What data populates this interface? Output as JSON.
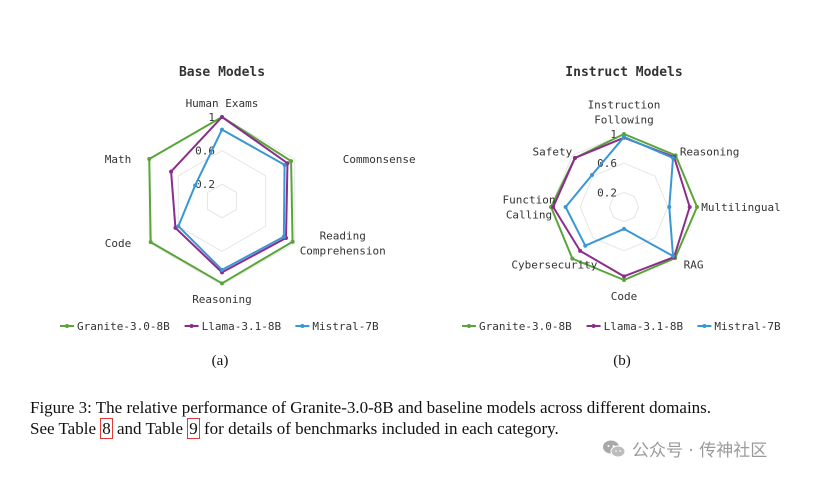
{
  "chart_data": [
    {
      "type": "radar",
      "title": "Base Models",
      "axes": [
        "Human Exams",
        "Commonsense",
        "Reading\nComprehension",
        "Reasoning",
        "Code",
        "Math"
      ],
      "ticks": [
        "0.2",
        "0.6",
        "1"
      ],
      "rlim": [
        0,
        1
      ],
      "grid": true,
      "legend_position": "bottom",
      "sub_label": "(a)",
      "series": [
        {
          "name": "Granite-3.0-8B",
          "values": [
            1.0,
            0.95,
            0.97,
            0.98,
            0.98,
            1.0
          ],
          "color": "#5aa43a"
        },
        {
          "name": "Llama-3.1-8B",
          "values": [
            1.0,
            0.9,
            0.88,
            0.85,
            0.64,
            0.7
          ],
          "color": "#8b2d8c"
        },
        {
          "name": "Mistral-7B",
          "values": [
            0.85,
            0.86,
            0.85,
            0.82,
            0.6,
            0.37
          ],
          "color": "#3a97d4"
        }
      ]
    },
    {
      "type": "radar",
      "title": "Instruct Models",
      "axes": [
        "Instruction\nFollowing",
        "Reasoning",
        "Multilingual",
        "RAG",
        "Code",
        "Cybersecurity",
        "Function\nCalling",
        "Safety"
      ],
      "ticks": [
        "0.2",
        "0.6",
        "1"
      ],
      "rlim": [
        0,
        1
      ],
      "grid": true,
      "legend_position": "bottom",
      "sub_label": "(b)",
      "series": [
        {
          "name": "Granite-3.0-8B",
          "values": [
            1.0,
            1.0,
            1.0,
            0.99,
            1.0,
            1.0,
            1.0,
            0.95
          ],
          "color": "#5aa43a"
        },
        {
          "name": "Llama-3.1-8B",
          "values": [
            0.95,
            0.97,
            0.9,
            0.97,
            0.95,
            0.85,
            0.97,
            0.95
          ],
          "color": "#8b2d8c"
        },
        {
          "name": "Mistral-7B",
          "values": [
            0.96,
            0.95,
            0.62,
            0.95,
            0.3,
            0.75,
            0.8,
            0.62
          ],
          "color": "#3a97d4"
        }
      ]
    }
  ],
  "caption": {
    "prefix": "Figure 3: The relative performance of Granite-3.0-8B and baseline models across different domains.",
    "line2_a": "See Table ",
    "ref1": "8",
    "line2_b": " and Table ",
    "ref2": "9",
    "line2_c": " for details of benchmarks included in each category."
  },
  "watermark": {
    "text": "公众号 · 传神社区",
    "icon": "wechat-icon"
  }
}
